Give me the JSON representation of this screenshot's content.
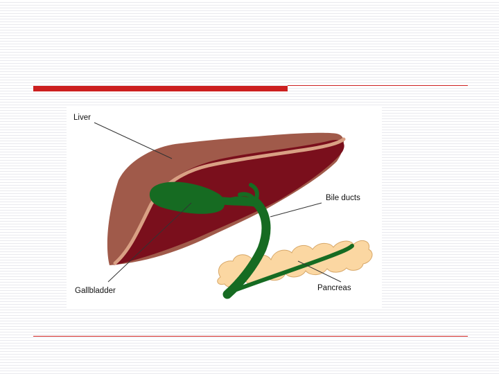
{
  "colors": {
    "accent_red": "#cc1f1f",
    "liver_light": "#a05a4a",
    "liver_dark": "#7a0f1c",
    "liver_rim": "#d9a084",
    "bile_green": "#166b22",
    "pancreas": "#fbd7a2",
    "pancreas_outline": "#d7a768"
  },
  "diagram": {
    "labels": {
      "liver": "Liver",
      "bile_ducts": "Bile ducts",
      "gallbladder": "Gallbladder",
      "pancreas": "Pancreas"
    }
  }
}
